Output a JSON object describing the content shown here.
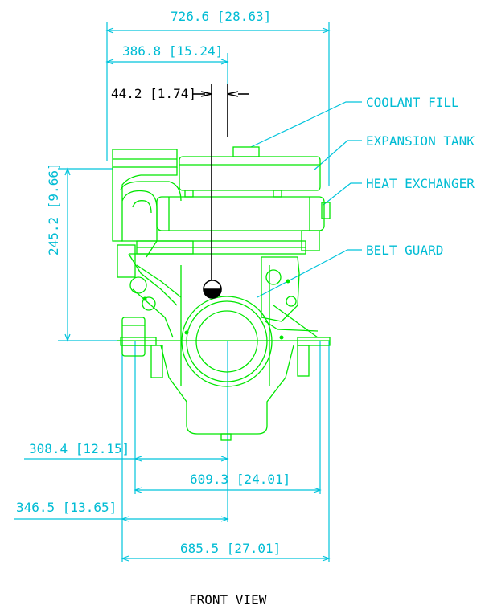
{
  "dimensions": {
    "overall_width": "726.6 [28.63]",
    "left_to_center": "386.8 [15.24]",
    "center_offset": "44.2 [1.74]",
    "height_above_mount": "245.2 [9.66]",
    "mount_left_offset": "308.4 [12.15]",
    "mount_span": "609.3 [24.01]",
    "base_left_offset": "346.5 [13.65]",
    "base_width": "685.5 [27.01]"
  },
  "callouts": {
    "coolant_fill": "COOLANT FILL",
    "expansion_tank": "EXPANSION TANK",
    "heat_exchanger": "HEAT EXCHANGER",
    "belt_guard": "BELT GUARD"
  },
  "view_title": "FRONT VIEW",
  "colors": {
    "dimension": "#00bcd4",
    "engine_outline": "#00e600",
    "centerline": "#000000"
  }
}
